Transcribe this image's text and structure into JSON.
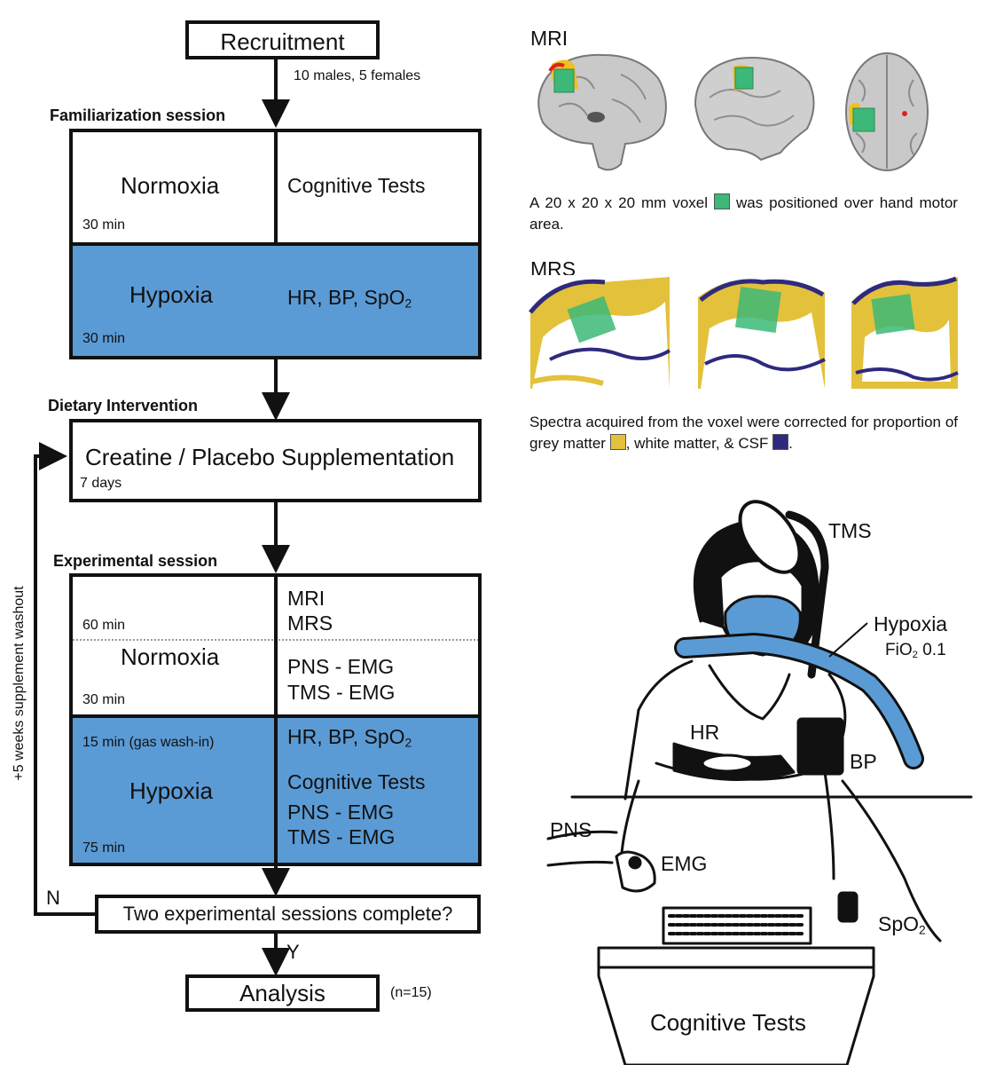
{
  "flow": {
    "recruitment": "Recruitment",
    "participants": "10 males, 5 females",
    "familiarization_header": "Familiarization session",
    "fam": {
      "normoxia": "Normoxia",
      "normoxia_duration": "30 min",
      "cognitive_tests": "Cognitive Tests",
      "hypoxia": "Hypoxia",
      "hypoxia_duration": "30 min",
      "vitals_main": "HR, BP, SpO",
      "vitals_sub": "2"
    },
    "dietary_header": "Dietary Intervention",
    "supplementation": "Creatine / Placebo Supplementation",
    "supplementation_duration": "7 days",
    "washout": "+5 weeks supplement washout",
    "experimental_header": "Experimental session",
    "exp": {
      "mri_duration": "60 min",
      "mri": "MRI",
      "mrs": "MRS",
      "normoxia": "Normoxia",
      "normoxia_duration": "30 min",
      "pns_emg_1": "PNS - EMG",
      "tms_emg_1": "TMS - EMG",
      "washin_duration": "15 min (gas wash-in)",
      "vitals_main": "HR, BP, SpO",
      "vitals_sub": "2",
      "hypoxia": "Hypoxia",
      "hypoxia_duration": "75 min",
      "cognitive_tests": "Cognitive Tests",
      "pns_emg_2": "PNS - EMG",
      "tms_emg_2": "TMS - EMG"
    },
    "decision": "Two experimental sessions complete?",
    "no_label": "N",
    "yes_label": "Y",
    "analysis": "Analysis",
    "sample_size": "(n=15)"
  },
  "mri_panel": {
    "title": "MRI",
    "caption_before": "A 20 x 20 x 20 mm voxel",
    "caption_after": "was positioned over hand motor area.",
    "voxel_color": "#3cb878"
  },
  "mrs_panel": {
    "title": "MRS",
    "caption_1": "Spectra acquired from the voxel were corrected for proportion of grey matter",
    "caption_2": ", white matter, & CSF",
    "caption_3": ".",
    "grey_matter_color": "#e3c13a",
    "csf_color": "#2e2a7e"
  },
  "setup_illustration": {
    "tms": "TMS",
    "hypoxia": "Hypoxia",
    "fio2_main": "FiO",
    "fio2_sub": "2",
    "fio2_value": " 0.1",
    "hr": "HR",
    "bp": "BP",
    "pns": "PNS",
    "emg": "EMG",
    "spo2_main": "SpO",
    "spo2_sub": "2",
    "cognitive_tests": "Cognitive Tests"
  },
  "colors": {
    "hypoxia_blue": "#5b9bd5",
    "border": "#111111"
  }
}
